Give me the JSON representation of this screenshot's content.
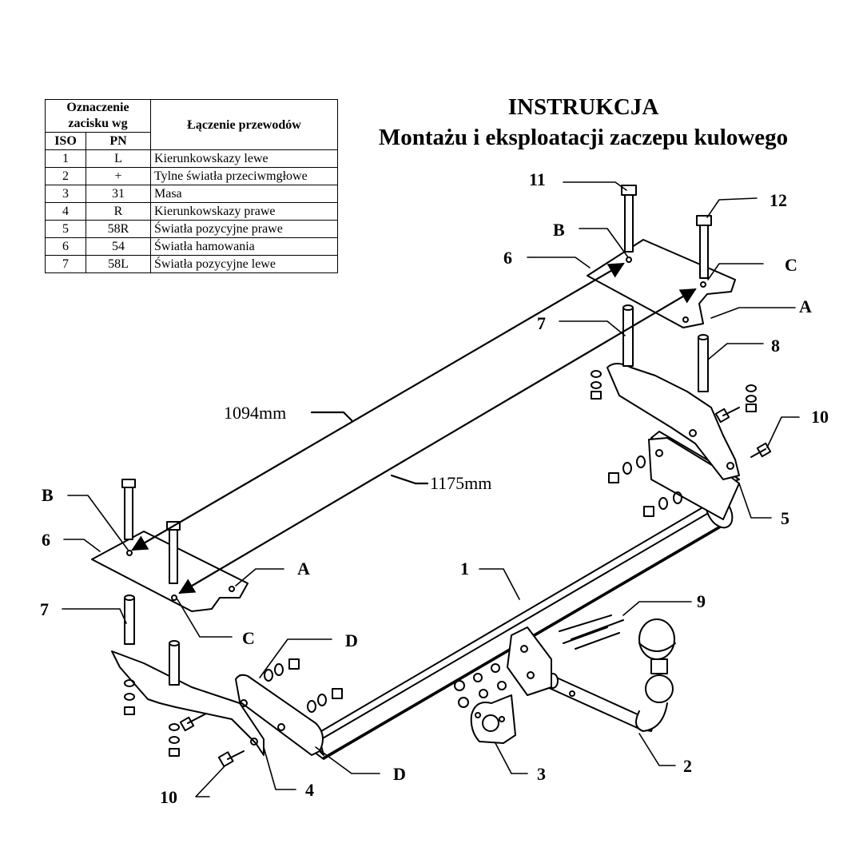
{
  "title": "INSTRUKCJA",
  "subtitle": "Montażu i eksploatacji zaczepu kulowego",
  "table": {
    "header_designation_line1": "Oznaczenie",
    "header_designation_line2": "zacisku wg",
    "header_connection": "Łączenie przewodów",
    "col_iso": "ISO",
    "col_pn": "PN",
    "rows": [
      {
        "iso": "1",
        "pn": "L",
        "desc": "Kierunkowskazy lewe"
      },
      {
        "iso": "2",
        "pn": "+",
        "desc": "Tylne światła przeciwmgłowe"
      },
      {
        "iso": "3",
        "pn": "31",
        "desc": "Masa"
      },
      {
        "iso": "4",
        "pn": "R",
        "desc": "Kierunkowskazy prawe"
      },
      {
        "iso": "5",
        "pn": "58R",
        "desc": "Światła pozycyjne prawe"
      },
      {
        "iso": "6",
        "pn": "54",
        "desc": "Światła hamowania"
      },
      {
        "iso": "7",
        "pn": "58L",
        "desc": "Światła pozycyjne lewe"
      }
    ]
  },
  "dimensions": {
    "inner": "1094mm",
    "outer": "1175mm"
  },
  "callouts": {
    "n1": "1",
    "n2": "2",
    "n3": "3",
    "n4": "4",
    "n5": "5",
    "n6": "6",
    "n7": "7",
    "n8": "8",
    "n9": "9",
    "n10": "10",
    "n11": "11",
    "n12": "12",
    "a": "A",
    "b": "B",
    "c": "C",
    "d": "D"
  }
}
